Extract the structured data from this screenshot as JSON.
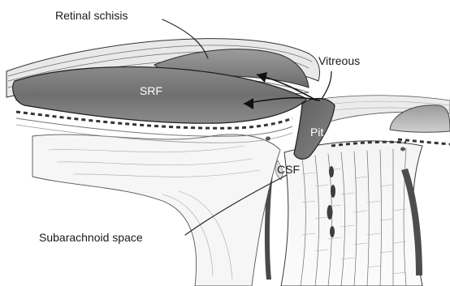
{
  "figure": {
    "labels": {
      "retinal_schisis": "Retinal schisis",
      "vitreous": "Vitreous",
      "srf": "SRF",
      "pit": "Pit",
      "csf": "CSF",
      "subarachnoid_space": "Subarachnoid space"
    }
  }
}
